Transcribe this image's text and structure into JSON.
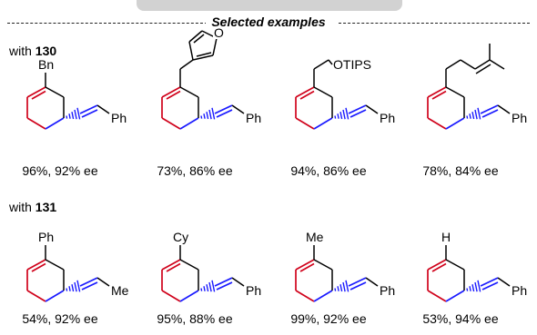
{
  "header": {
    "title": "Selected examples"
  },
  "groups": [
    {
      "label_prefix": "with ",
      "label_ref": "130",
      "items": [
        {
          "substituent": "Bn",
          "tail": "Ph",
          "result": "96%, 92% ee"
        },
        {
          "substituent": "O",
          "tail": "Ph",
          "result": "73%, 86% ee"
        },
        {
          "substituent": "OTIPS",
          "tail": "Ph",
          "result": "94%, 86% ee"
        },
        {
          "substituent": "",
          "tail": "Ph",
          "result": "78%, 84% ee"
        }
      ]
    },
    {
      "label_prefix": "with ",
      "label_ref": "131",
      "items": [
        {
          "substituent": "Ph",
          "tail": "Me",
          "result": "54%, 92% ee"
        },
        {
          "substituent": "Cy",
          "tail": "Ph",
          "result": "95%, 88% ee"
        },
        {
          "substituent": "Me",
          "tail": "Ph",
          "result": "99%, 92% ee"
        },
        {
          "substituent": "H",
          "tail": "Ph",
          "result": "53%, 94% ee"
        }
      ]
    }
  ],
  "colors": {
    "ring_new_bond": "#d0021b",
    "stereo_bond": "#1a1aff",
    "bond": "#000000"
  }
}
